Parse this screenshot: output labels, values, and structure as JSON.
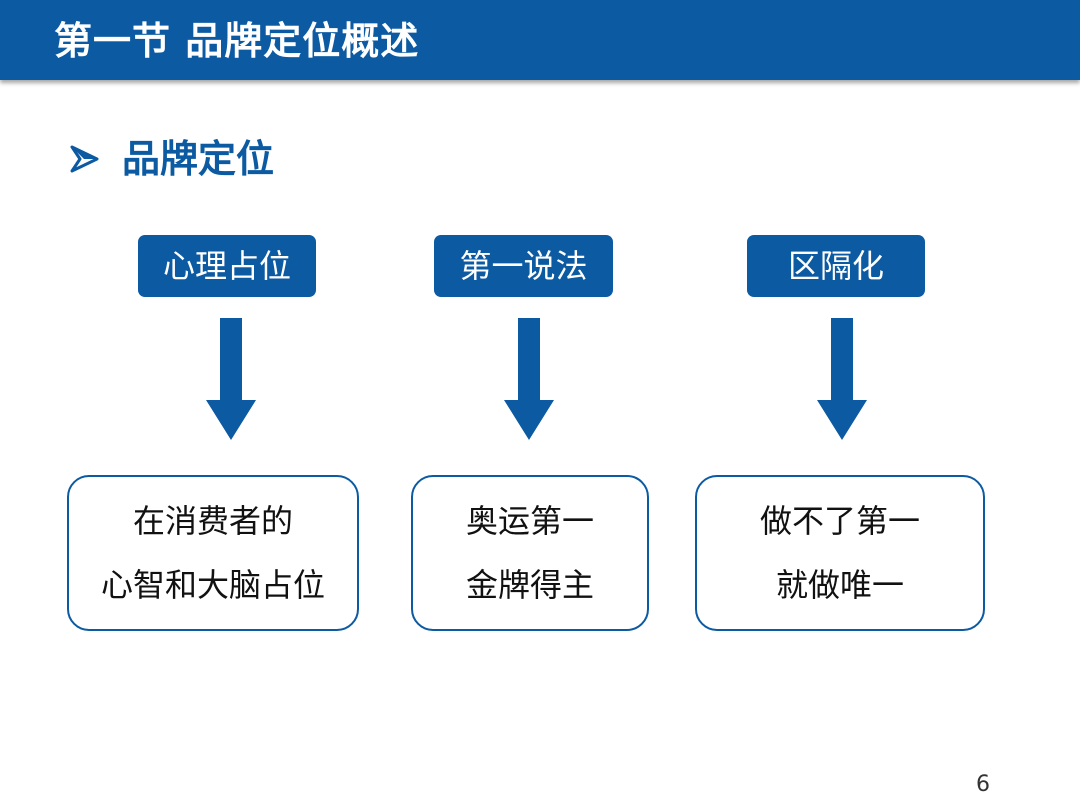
{
  "header": {
    "title": "第一节 品牌定位概述"
  },
  "subheading": {
    "label": "品牌定位",
    "bullet_icon": "arrowhead-bullet-icon"
  },
  "columns": [
    {
      "label": "心理占位",
      "description": [
        "在消费者的",
        "心智和大脑占位"
      ]
    },
    {
      "label": "第一说法",
      "description": [
        "奥运第一",
        "金牌得主"
      ]
    },
    {
      "label": "区隔化",
      "description": [
        "做不了第一",
        "就做唯一"
      ]
    }
  ],
  "page_number": "6",
  "colors": {
    "brand_blue": "#0b5aa2",
    "text": "#111111",
    "background": "#ffffff"
  }
}
